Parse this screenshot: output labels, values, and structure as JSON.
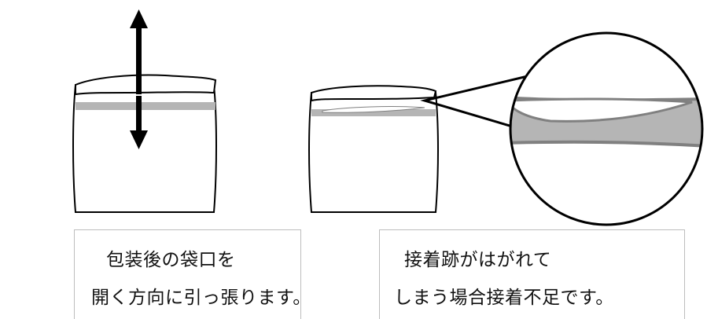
{
  "captions": {
    "left": {
      "line1": "包装後の袋口を",
      "line2": "開く方向に引っ張ります。"
    },
    "right": {
      "line1": "接着跡がはがれて",
      "line2": "しまう場合接着不足です。"
    }
  },
  "icons": {
    "pull_arrows": "double-vertical-arrow-icon",
    "magnifier": "magnifier-circle-icon"
  },
  "colors": {
    "seal_band": "#b5b5b5",
    "seal_edge": "#808080",
    "outline": "#000000",
    "box_border": "#bdbdbd"
  }
}
